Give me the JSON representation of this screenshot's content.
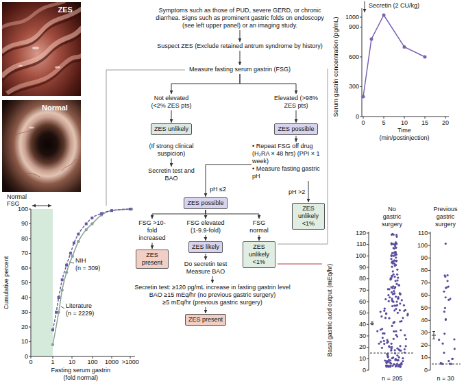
{
  "diagram": {
    "nodes": [
      {
        "text": [
          "Symptoms such as those of PUD, severe GERD, or chronic diarrhea. Signs such as prominent gastric folds on endoscopy (see left upper panel) or an imaging study."
        ]
      },
      {
        "text": [
          "Suspect ZES (Exclude retained antrum syndrome by history)"
        ]
      },
      {
        "text": [
          "Measure fasting serum gastrin (FSG)"
        ]
      },
      {
        "text": [
          "Not elevated (<2% ZES pts)"
        ]
      },
      {
        "text": [
          "Elevated (>98% ZES pts)"
        ]
      },
      {
        "text": [
          "ZES unlikely"
        ]
      },
      {
        "text": [
          "ZES possible"
        ]
      },
      {
        "text": [
          "(If strong clinical suspicion)"
        ]
      },
      {
        "text": [
          "Secretin test and BAO"
        ]
      },
      {
        "text": [
          "• Repeat FSG off drug (H₂RA × 48 hrs) (PPI × 1 week)",
          "• Measure fasting gastric pH"
        ]
      },
      {
        "text": [
          "ZES possible"
        ]
      },
      {
        "text": [
          "ZES unlikely <1%"
        ]
      },
      {
        "text": [
          "FSG >10-fold increased"
        ]
      },
      {
        "text": [
          "FSG elevated (1-9.9-fold)"
        ]
      },
      {
        "text": [
          "FSG normal"
        ]
      },
      {
        "text": [
          "ZES present"
        ]
      },
      {
        "text": [
          "ZES likely"
        ]
      },
      {
        "text": [
          "ZES unlikely <1%"
        ]
      },
      {
        "text": [
          "Do secretin test Measure BAO"
        ]
      },
      {
        "text": [
          "Secretin test: ≥120 pg/mL increase in fasting gastrin level",
          "BAO ≥15 mEq/hr (no previous gastric surgery)",
          "≥5 mEq/hr (previous gastric surgery)"
        ]
      },
      {
        "text": [
          "ZES present"
        ]
      }
    ],
    "edges": [
      {
        "from": 0,
        "to": 1,
        "arrow": "to"
      },
      {
        "from": 1,
        "to": 2,
        "arrow": "to"
      },
      {
        "from": 2,
        "to": 3,
        "arrow": "to"
      },
      {
        "from": 2,
        "to": 4,
        "arrow": "to"
      },
      {
        "from": 3,
        "to": 5,
        "arrow": "to"
      },
      {
        "from": 4,
        "to": 6,
        "arrow": "to"
      },
      {
        "from": 7,
        "to": 8,
        "arrow": "to"
      },
      {
        "from": 6,
        "to": 9,
        "arrow": "to"
      },
      {
        "from": 9,
        "to": 10,
        "label": "pH ≤2",
        "arrow": "to"
      },
      {
        "from": 9,
        "to": 11,
        "label": "pH >2",
        "arrow": "to"
      },
      {
        "from": 10,
        "to": 12,
        "arrow": "to"
      },
      {
        "from": 10,
        "to": 13,
        "arrow": "to"
      },
      {
        "from": 10,
        "to": 14,
        "arrow": "to"
      },
      {
        "from": 12,
        "to": 15,
        "arrow": "to"
      },
      {
        "from": 13,
        "to": 16,
        "arrow": "to"
      },
      {
        "from": 14,
        "to": 17,
        "arrow": "to"
      },
      {
        "from": 16,
        "to": 18,
        "arrow": "to"
      },
      {
        "from": 18,
        "to": 19,
        "arrow": "to"
      },
      {
        "from": 19,
        "to": 20,
        "arrow": "to"
      }
    ],
    "labels": [
      "ZES",
      "Normal",
      "Secretin (2 CU/kg)",
      "Serum gastrin concentration (pg/mL)",
      "0",
      "300",
      "600",
      "900",
      "1000",
      "0",
      "5",
      "10",
      "15",
      "20",
      "Time",
      "(min/postinjection)",
      "Normal",
      "FSG",
      "Cumulative percent",
      "0",
      "10",
      "20",
      "30",
      "40",
      "50",
      "60",
      "70",
      "80",
      "90",
      "100",
      "0",
      "1",
      "10",
      "100",
      "1000",
      ">1000",
      "NIH",
      "(n = 309)",
      "Literature",
      "(n = 2229)",
      "Fasting serum gastrin",
      "(fold normal)",
      "No gastric surgery",
      "Basal gastric acid output (mEq/hr)",
      "0",
      "10",
      "20",
      "30",
      "40",
      "50",
      "60",
      "70",
      "80",
      "90",
      "100",
      "110",
      "120",
      "n = 205",
      "Previous gastric surgery",
      "0",
      "10",
      "20",
      "30",
      "40",
      "50",
      "60",
      "70",
      "80",
      "90",
      "100",
      "110",
      "n = 30"
    ]
  }
}
